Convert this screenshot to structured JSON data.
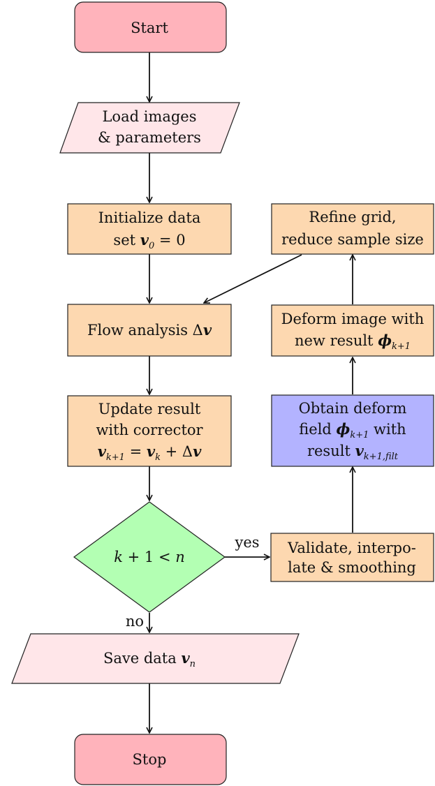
{
  "colors": {
    "terminal": "#ffb3bb",
    "io": "#ffe6e9",
    "process": "#fdd8b0",
    "highlight": "#b3b3ff",
    "decision": "#b3ffb3",
    "stroke": "#222222"
  },
  "nodes": {
    "start": "Start",
    "load": {
      "line1": "Load images",
      "line2": "& parameters"
    },
    "init": {
      "line1": "Initialize data",
      "line2_text": "set",
      "line2_var": "v",
      "line2_sub": "0",
      "line2_rest": " = 0"
    },
    "flow": {
      "text": "Flow analysis",
      "delta": "Δ",
      "var": "v"
    },
    "update": {
      "line1": "Update result",
      "line2": "with corrector",
      "eq_var1": "v",
      "eq_sub1": "k+1",
      "eq_mid": " = ",
      "eq_var2": "v",
      "eq_sub2": "k",
      "eq_plus": " + Δ",
      "eq_var3": "v"
    },
    "decision": {
      "lhs": "k",
      "rest": " + 1 < ",
      "rhs": "n"
    },
    "save": {
      "text": "Save data",
      "var": "v",
      "sub": "n"
    },
    "stop": "Stop",
    "validate": {
      "line1": "Validate, interpo-",
      "line2": "late & smoothing"
    },
    "obtain": {
      "line1": "Obtain deform",
      "line2_text": "field",
      "line2_var": "ϕ",
      "line2_sub": "k+1",
      "line2_rest": " with",
      "line3_text": "result",
      "line3_var": "v",
      "line3_sub": "k+1,filt"
    },
    "deform": {
      "line1": "Deform image with",
      "line2_text": "new result",
      "line2_var": "ϕ",
      "line2_sub": "k+1"
    },
    "refine": {
      "line1": "Refine grid,",
      "line2": "reduce sample size"
    }
  },
  "edge_labels": {
    "yes": "yes",
    "no": "no"
  }
}
